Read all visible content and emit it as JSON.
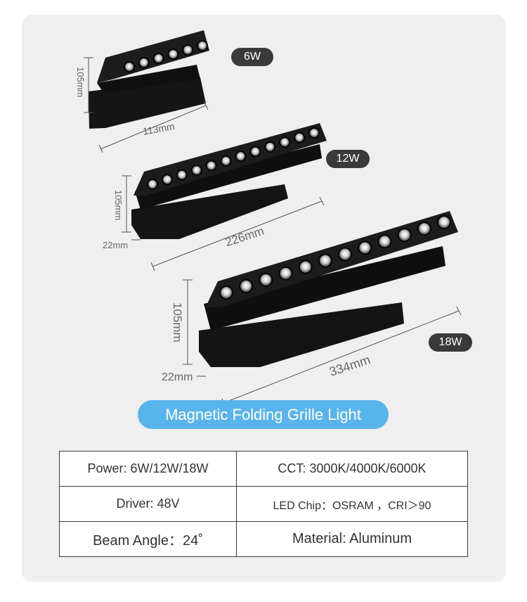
{
  "products": [
    {
      "power": "6W",
      "width": "113mm",
      "height": "105mm"
    },
    {
      "power": "12W",
      "width": "226mm",
      "height": "105mm",
      "depth": "22mm"
    },
    {
      "power": "18W",
      "width": "334mm",
      "height": "105mm",
      "depth": "22mm"
    }
  ],
  "title": "Magnetic Folding Grille Light",
  "specs": {
    "power": "Power: 6W/12W/18W",
    "cct": "CCT: 3000K/4000K/6000K",
    "driver": "Driver: 48V",
    "chip": "LED Chip：OSRAM ，CRI＞90",
    "beam": "Beam Angle：24˚",
    "material": "Material: Aluminum"
  },
  "colors": {
    "title_pill": "#5ab4ec",
    "badge": "#3a3a3a",
    "fixture": "#141414"
  }
}
